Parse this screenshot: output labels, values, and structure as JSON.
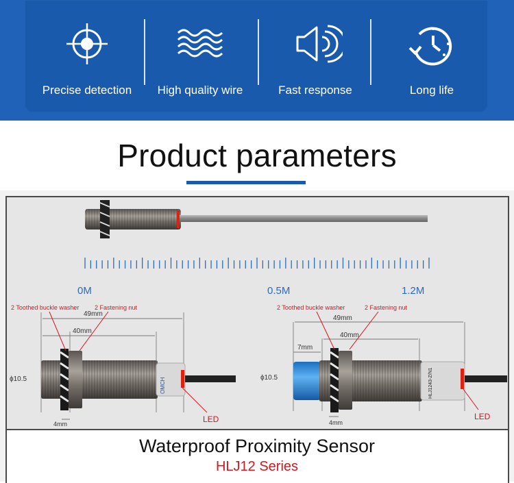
{
  "features": [
    {
      "label": "Precise detection",
      "icon": "crosshair-icon"
    },
    {
      "label": "High quality wire",
      "icon": "waves-icon"
    },
    {
      "label": "Fast response",
      "icon": "speaker-icon"
    },
    {
      "label": "Long life",
      "icon": "clock-icon"
    }
  ],
  "heading": "Product parameters",
  "scale": {
    "start": "0M",
    "mid": "0.5M",
    "end": "1.2M"
  },
  "left_drawing": {
    "washer": "2 Toothed buckle washer",
    "nut": "2 Fastening nut",
    "length_total": "49mm",
    "length_thread": "40mm",
    "diameter": "ϕ10.5",
    "nut_width": "4mm",
    "led": "LED",
    "body_print": "OMCH"
  },
  "right_drawing": {
    "washer": "2 Toothed buckle washer",
    "nut": "2 Fastening nut",
    "length_total": "49mm",
    "length_thread": "40mm",
    "cap_length": "7mm",
    "diameter": "ϕ10.5",
    "nut_width": "4mm",
    "led": "LED",
    "body_print": "HLJ1243-Z/N1"
  },
  "caption": {
    "title": "Waterproof Proximity Sensor",
    "series": "HLJ12 Series"
  },
  "colors": {
    "brand_blue": "#1a5aad",
    "accent_red": "#d8141c",
    "sensor_cap_blue": "#2a8de0"
  }
}
